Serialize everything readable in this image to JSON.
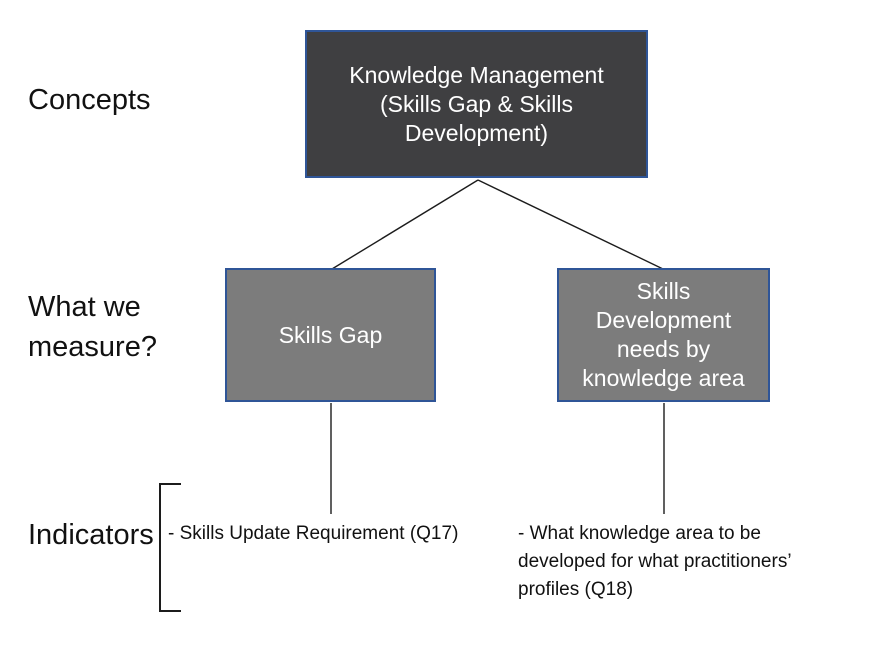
{
  "diagram": {
    "row_labels": {
      "concepts": "Concepts",
      "measure": "What we\nmeasure?",
      "indicators": "Indicators"
    },
    "nodes": {
      "root": {
        "label": "Knowledge Management\n(Skills Gap & Skills\nDevelopment)",
        "fill": "#3f3f41",
        "border": "#2f5597",
        "text_color": "#ffffff"
      },
      "skills_gap": {
        "label": "Skills Gap",
        "fill": "#7c7c7c",
        "border": "#2f5597",
        "text_color": "#ffffff"
      },
      "skills_dev": {
        "label": "Skills\nDevelopment\nneeds by\nknowledge area",
        "fill": "#7c7c7c",
        "border": "#2f5597",
        "text_color": "#ffffff"
      }
    },
    "indicator_items": {
      "left": "- Skills Update Requirement (Q17)",
      "right": "- What knowledge area to be\ndeveloped for what practitioners’\nprofiles (Q18)"
    },
    "connector_color": "#1c1c1c"
  }
}
